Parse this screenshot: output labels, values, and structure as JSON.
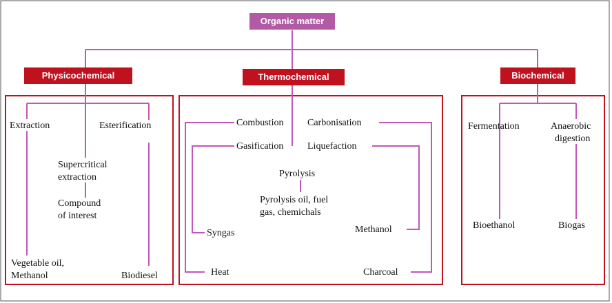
{
  "root": {
    "label": "Organic matter"
  },
  "categories": {
    "physicochemical": {
      "title": "Physicochemical",
      "extraction": "Extraction",
      "esterification": "Esterification",
      "supercritical": [
        "Supercritical",
        "extraction"
      ],
      "compound": [
        "Compound",
        "of interest"
      ],
      "vegoil": [
        "Vegetable oil,",
        "Methanol"
      ],
      "biodiesel": "Biodiesel"
    },
    "thermochemical": {
      "title": "Thermochemical",
      "combustion": "Combustion",
      "carbonisation": "Carbonisation",
      "gasification": "Gasification",
      "liquefaction": "Liquefaction",
      "pyrolysis": "Pyrolysis",
      "pyrolysis_products": [
        "Pyrolysis oil, fuel",
        "gas, chemichals"
      ],
      "syngas": "Syngas",
      "methanol": "Methanol",
      "heat": "Heat",
      "charcoal": "Charcoal"
    },
    "biochemical": {
      "title": "Biochemical",
      "fermentation": "Fermentation",
      "anaerobic": [
        "Anaerobic",
        "digestion"
      ],
      "bioethanol": "Bioethanol",
      "biogas": "Biogas"
    }
  },
  "colors": {
    "connector": "#c157b6",
    "category": "#c0111f",
    "root": "#b25aa6",
    "frame": "#555555"
  }
}
